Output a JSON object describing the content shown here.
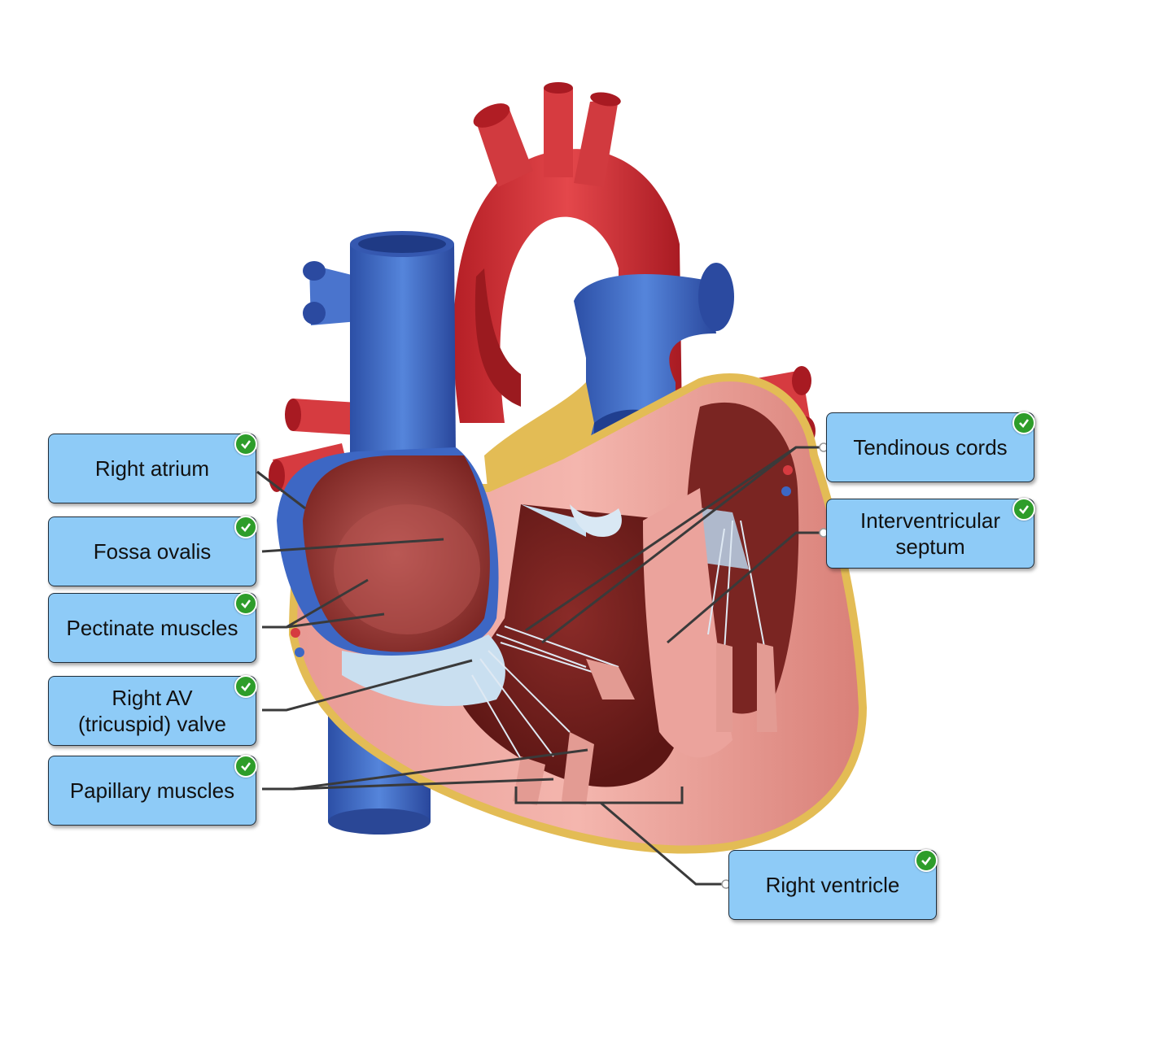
{
  "labels": [
    {
      "id": "right-atrium",
      "text": "Right atrium",
      "correct": true
    },
    {
      "id": "fossa-ovalis",
      "text": "Fossa ovalis",
      "correct": true
    },
    {
      "id": "pectinate-muscles",
      "text": "Pectinate muscles",
      "correct": true
    },
    {
      "id": "right-av-valve",
      "text": "Right AV\n(tricuspid) valve",
      "correct": true
    },
    {
      "id": "papillary-muscles",
      "text": "Papillary muscles",
      "correct": true
    },
    {
      "id": "tendinous-cords",
      "text": "Tendinous cords",
      "correct": true
    },
    {
      "id": "interventricular-septum",
      "text": "Interventricular\nseptum",
      "correct": true
    },
    {
      "id": "right-ventricle",
      "text": "Right ventricle",
      "correct": true
    }
  ],
  "colors": {
    "label_fill": "#8ecbf7",
    "check_green": "#2e9d2a",
    "artery_red": "#d8383d",
    "vein_blue": "#3c67c4",
    "myocardium": "#e8958e",
    "fat_yellow": "#e8c35a"
  },
  "icons": {
    "status": "check-icon"
  }
}
